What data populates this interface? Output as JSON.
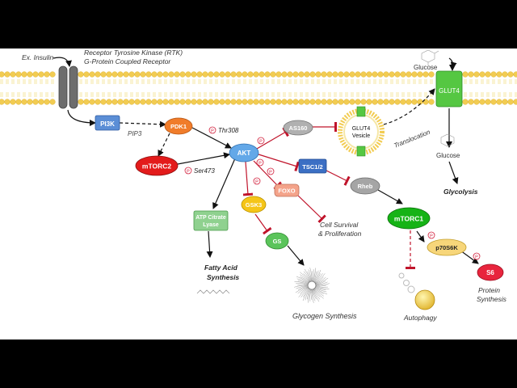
{
  "labels": {
    "ex_insulin": "Ex. Insulin",
    "rtk": "Receptor Tyrosine Kinase (RTK)",
    "gpcr": "G-Protein Coupled Receptor",
    "glucose_top": "Glucose",
    "glut4": "GLUT4",
    "glut4_vesicle_1": "GLUT4",
    "glut4_vesicle_2": "Vesicle",
    "translocation": "Translocation",
    "glucose_in": "Glucose",
    "glycolysis": "Glycolysis",
    "pi3k": "PI3K",
    "pip3": "PIP3",
    "pdk1": "PDK1",
    "thr308": "Thr308",
    "mtorc2": "mTORC2",
    "ser473": "Ser473",
    "akt": "AKT",
    "as160": "AS160",
    "tsc": "TSC1/2",
    "rheb": "Rheb",
    "foxo": "FOXO",
    "cell_survival_1": "Cell Survival",
    "cell_survival_2": "& Proliferation",
    "gsk3": "GSK3",
    "gs": "GS",
    "glycogen_synthesis": "Glycogen Synthesis",
    "atp_citrate_1": "ATP Citrate",
    "atp_citrate_2": "Lyase",
    "fatty_acid_1": "Fatty Acid",
    "fatty_acid_2": "Synthesis",
    "mtorc1": "mTORC1",
    "autophagy": "Autophagy",
    "p70s6k": "p70S6K",
    "s6": "S6",
    "protein_synthesis_1": "Protein",
    "protein_synthesis_2": "Synthesis",
    "phospho": "P"
  },
  "colors": {
    "membrane_head": "#f2cc52",
    "membrane_tail": "#f6e7a6",
    "pi3k": "#5b8ed6",
    "pdk1": "#f07c2a",
    "mtorc2": "#e31b1b",
    "akt": "#63a8e8",
    "as160": "#b0b0b0",
    "tsc": "#3b6fc4",
    "rheb": "#a5a5a5",
    "foxo": "#f4a38a",
    "gsk3": "#f5c518",
    "gs": "#5bc45b",
    "atp_citrate": "#8fd18f",
    "mtorc1": "#16b316",
    "p70s6k": "#f7d67a",
    "s6": "#e8253d",
    "glut4": "#55c742",
    "inhibit": "#c0142b"
  }
}
